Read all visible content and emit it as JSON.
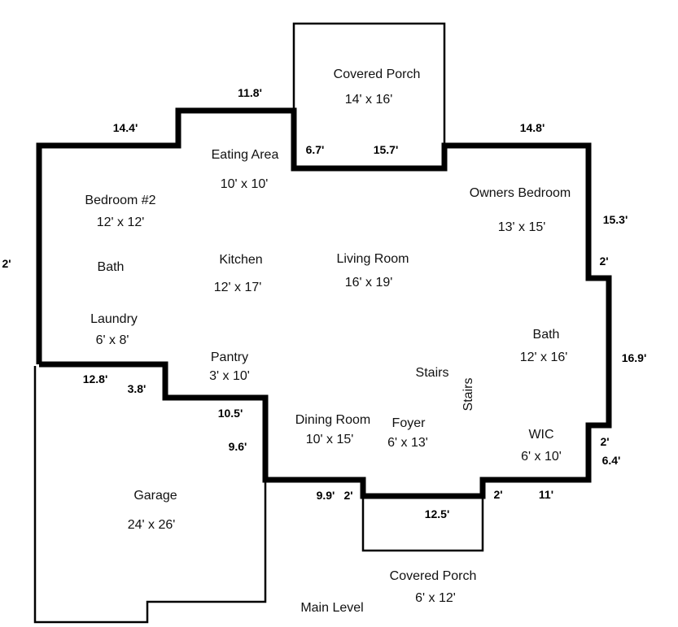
{
  "floor_plan": {
    "level_label": "Main Level",
    "rooms": [
      {
        "key": "covered_porch_rear",
        "name": "Covered Porch",
        "size": "14' x 16'"
      },
      {
        "key": "eating_area",
        "name": "Eating Area",
        "size": "10' x 10'"
      },
      {
        "key": "bedroom_2",
        "name": "Bedroom #2",
        "size": "12' x 12'"
      },
      {
        "key": "owners_bedroom",
        "name": "Owners Bedroom",
        "size": "13' x 15'"
      },
      {
        "key": "bath_left",
        "name": "Bath",
        "size": ""
      },
      {
        "key": "kitchen",
        "name": "Kitchen",
        "size": "12' x 17'"
      },
      {
        "key": "living_room",
        "name": "Living Room",
        "size": "16' x 19'"
      },
      {
        "key": "laundry",
        "name": "Laundry",
        "size": "6' x 8'"
      },
      {
        "key": "bath_right",
        "name": "Bath",
        "size": "12' x 16'"
      },
      {
        "key": "pantry",
        "name": "Pantry",
        "size": "3' x 10'"
      },
      {
        "key": "stairs_a",
        "name": "Stairs",
        "size": ""
      },
      {
        "key": "stairs_b",
        "name": "Stairs",
        "size": ""
      },
      {
        "key": "dining_room",
        "name": "Dining Room",
        "size": "10' x 15'"
      },
      {
        "key": "foyer",
        "name": "Foyer",
        "size": "6' x 13'"
      },
      {
        "key": "wic",
        "name": "WIC",
        "size": "6' x 10'"
      },
      {
        "key": "garage",
        "name": "Garage",
        "size": "24' x 26'"
      },
      {
        "key": "covered_porch_front",
        "name": "Covered Porch",
        "size": "6' x 12'"
      }
    ],
    "dimensions": [
      "11.8'",
      "14.4'",
      "6.7'",
      "15.7'",
      "14.8'",
      "15.3'",
      "2'",
      "2'",
      "16.9'",
      "12.8'",
      "3.8'",
      "10.5'",
      "9.6'",
      "9.9'",
      "2'",
      "12.5'",
      "2'",
      "11'",
      "2'",
      "6.4'"
    ]
  }
}
